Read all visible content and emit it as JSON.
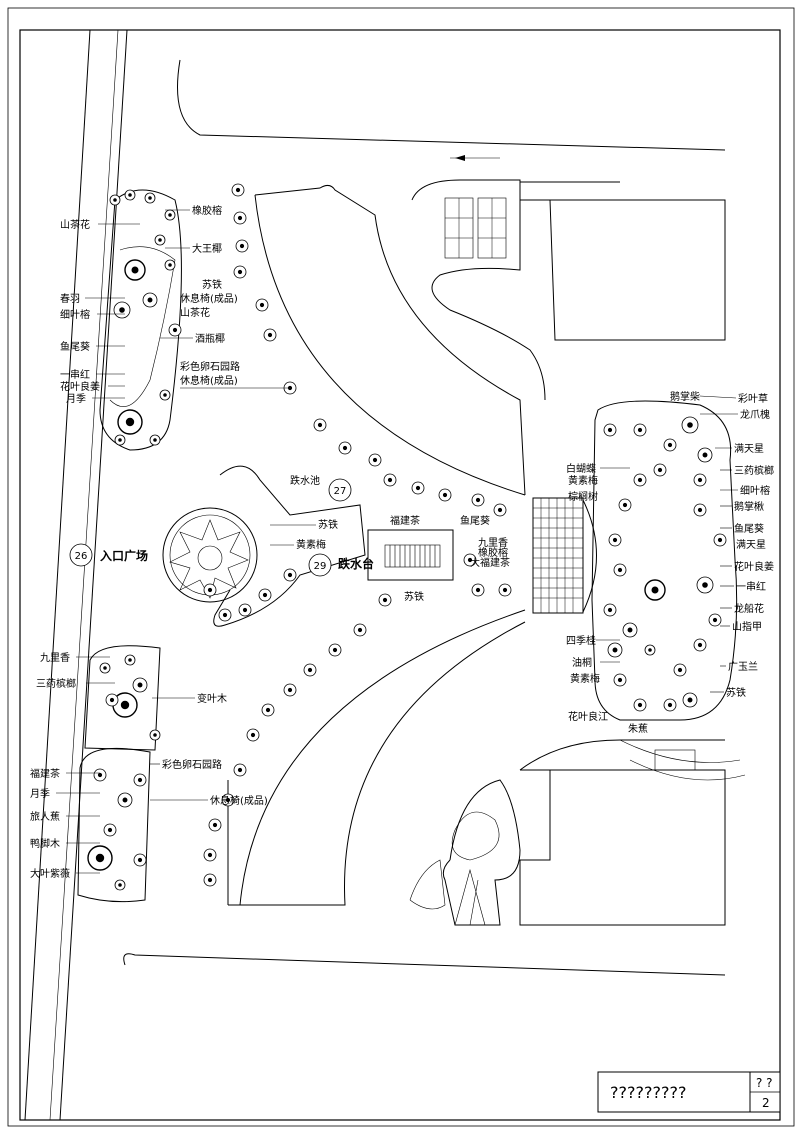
{
  "left_labels": [
    "山茶花",
    "春羽",
    "细叶榕",
    "鱼尾葵",
    "一串红",
    "花叶良姜",
    "月季",
    "九里香",
    "三药槟榔",
    "福建茶",
    "月季",
    "旅人蕉",
    "鸭脚木",
    "大叶紫薇"
  ],
  "center_labels": [
    "橡胶榕",
    "大王椰",
    "苏铁",
    "休息椅(成品)",
    "山茶花",
    "酒瓶椰",
    "彩色卵石园路",
    "休息椅(成品)",
    "跌水池",
    "苏铁",
    "黄素梅",
    "福建茶",
    "鱼尾葵",
    "九里香",
    "橡胶榕",
    "大福建茶",
    "苏铁",
    "变叶木",
    "彩色卵石园路",
    "休息椅(成品)"
  ],
  "plaza_label": "入口广场",
  "waterfall_label": "跌水台",
  "callouts": [
    "26",
    "27",
    "29"
  ],
  "right_labels": [
    "鹅掌柴",
    "彩叶草",
    "龙爪槐",
    "满天星",
    "白蝴蝶",
    "黄素梅",
    "三药槟榔",
    "棕榈树",
    "细叶榕",
    "鹅掌楸",
    "鱼尾葵",
    "满天星",
    "花叶良姜",
    "一串红",
    "龙船花",
    "山指甲",
    "四季桂",
    "油桐",
    "黄素梅",
    "广玉兰",
    "苏铁",
    "花叶良江",
    "朱蕉"
  ],
  "title_block": {
    "title": "?????????",
    "code_top": "? ?",
    "code_bottom": "2"
  }
}
